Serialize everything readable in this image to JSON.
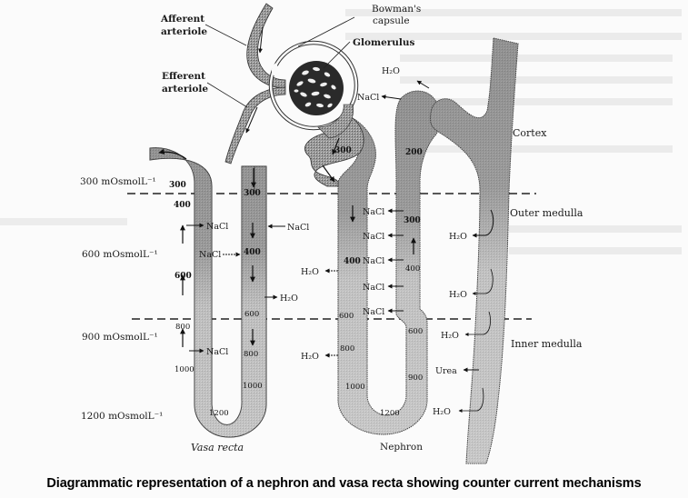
{
  "caption": "Diagrammatic representation of a nephron and vasa recta  showing counter current mechanisms",
  "structure_labels": {
    "afferent_line1": "Afferent",
    "afferent_line2": "arteriole",
    "efferent_line1": "Efferent",
    "efferent_line2": "arteriole",
    "bowman_line1": "Bowman's",
    "bowman_line2": "capsule",
    "glomerulus": "Glomerulus",
    "vasa_recta": "Vasa recta",
    "nephron": "Nephron"
  },
  "zones": {
    "cortex": "Cortex",
    "outer_medulla": "Outer medulla",
    "inner_medulla": "Inner medulla"
  },
  "osmolarity_scale": [
    {
      "value": "300",
      "unit": "mOsmolL⁻¹"
    },
    {
      "value": "600",
      "unit": "mOsmolL⁻¹"
    },
    {
      "value": "900",
      "unit": "mOsmolL⁻¹"
    },
    {
      "value": "1200",
      "unit": "mOsmolL⁻¹"
    }
  ],
  "vasa_recta": {
    "ascending_values": [
      "300",
      "400",
      "600",
      "800",
      "1000"
    ],
    "descending_values": [
      "300",
      "400",
      "600",
      "800",
      "1000"
    ],
    "bottom_value": "1200",
    "exchanges": {
      "nacl_out_upper": "NaCl",
      "nacl_in_right": "NaCl",
      "nacl_in_mid": "NaCl",
      "h2o_out": "H₂O",
      "nacl_out_lower": "NaCl"
    }
  },
  "nephron": {
    "pct_value": "300",
    "dct_value": "200",
    "descending_values": [
      "400",
      "600",
      "800",
      "1000"
    ],
    "ascending_values": [
      "300",
      "400",
      "600",
      "900"
    ],
    "bottom_value": "1200",
    "exchanges": {
      "h2o_dct": "H₂O",
      "nacl_dct": "NaCl",
      "h2o_desc_upper": "H₂O",
      "h2o_desc_lower": "H₂O",
      "nacl_asc": [
        "NaCl",
        "NaCl",
        "NaCl",
        "NaCl",
        "NaCl"
      ]
    }
  },
  "collecting_duct": {
    "exchanges": [
      "H₂O",
      "H₂O",
      "H₂O",
      "Urea",
      "H₂O"
    ]
  }
}
